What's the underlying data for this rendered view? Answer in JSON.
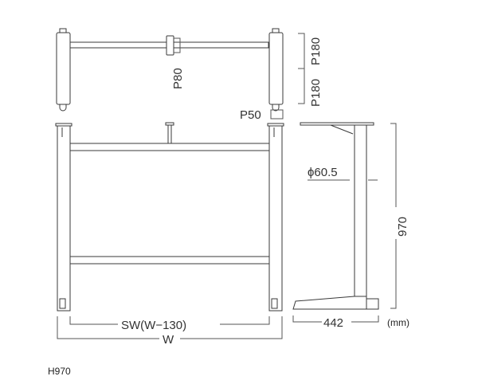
{
  "title": "H970",
  "unit_label": "(mm)",
  "dimensions": {
    "pitch_upper": "P180",
    "pitch_lower": "P180",
    "clamp_pitch": "P80",
    "foot_pitch": "P50",
    "pipe_diameter": "ϕ60.5",
    "height": "970",
    "depth": "442",
    "inner_width": "SW(W−130)",
    "width": "W"
  },
  "colors": {
    "line": "#3a3a3a"
  }
}
